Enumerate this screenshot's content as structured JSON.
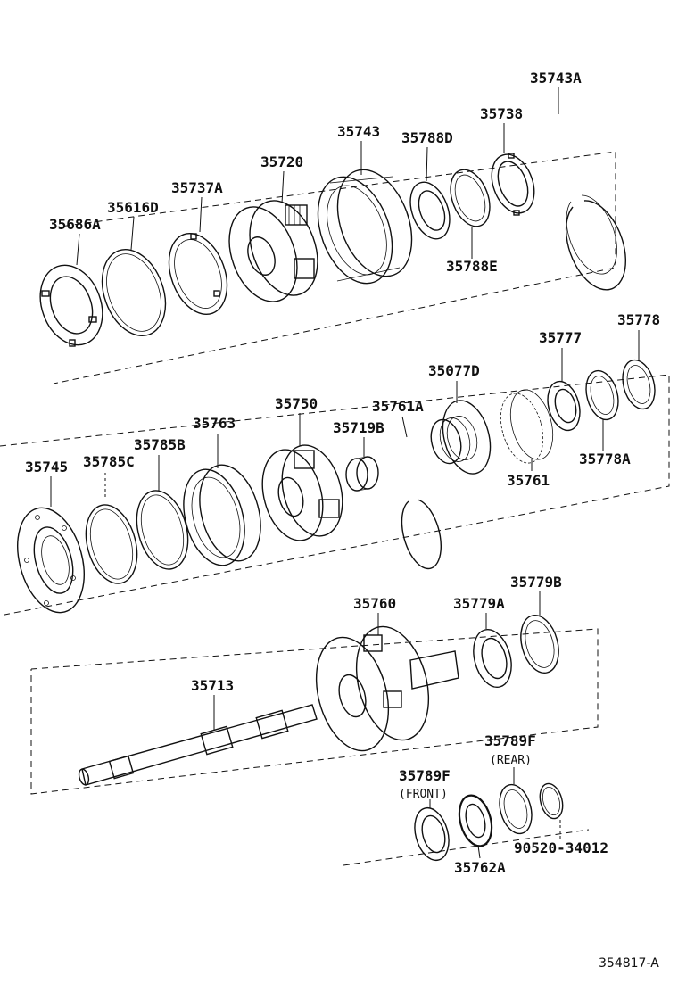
{
  "labels": {
    "p35686A": "35686A",
    "p35616D": "35616D",
    "p35737A": "35737A",
    "p35720": "35720",
    "p35743": "35743",
    "p35788D": "35788D",
    "p35738": "35738",
    "p35743A": "35743A",
    "p35788E": "35788E",
    "p35745": "35745",
    "p35785C": "35785C",
    "p35785B": "35785B",
    "p35763": "35763",
    "p35750": "35750",
    "p35719B": "35719B",
    "p35761A": "35761A",
    "p35077D": "35077D",
    "p35777": "35777",
    "p35778": "35778",
    "p35778A": "35778A",
    "p35761": "35761",
    "p35760": "35760",
    "p35779A": "35779A",
    "p35779B": "35779B",
    "p35713": "35713",
    "p35789F_rear": "35789F",
    "rear_note": "(REAR)",
    "p35789F_front": "35789F",
    "front_note": "(FRONT)",
    "p90520": "90520-34012",
    "p35762A": "35762A"
  },
  "figure_code": "354817-A"
}
